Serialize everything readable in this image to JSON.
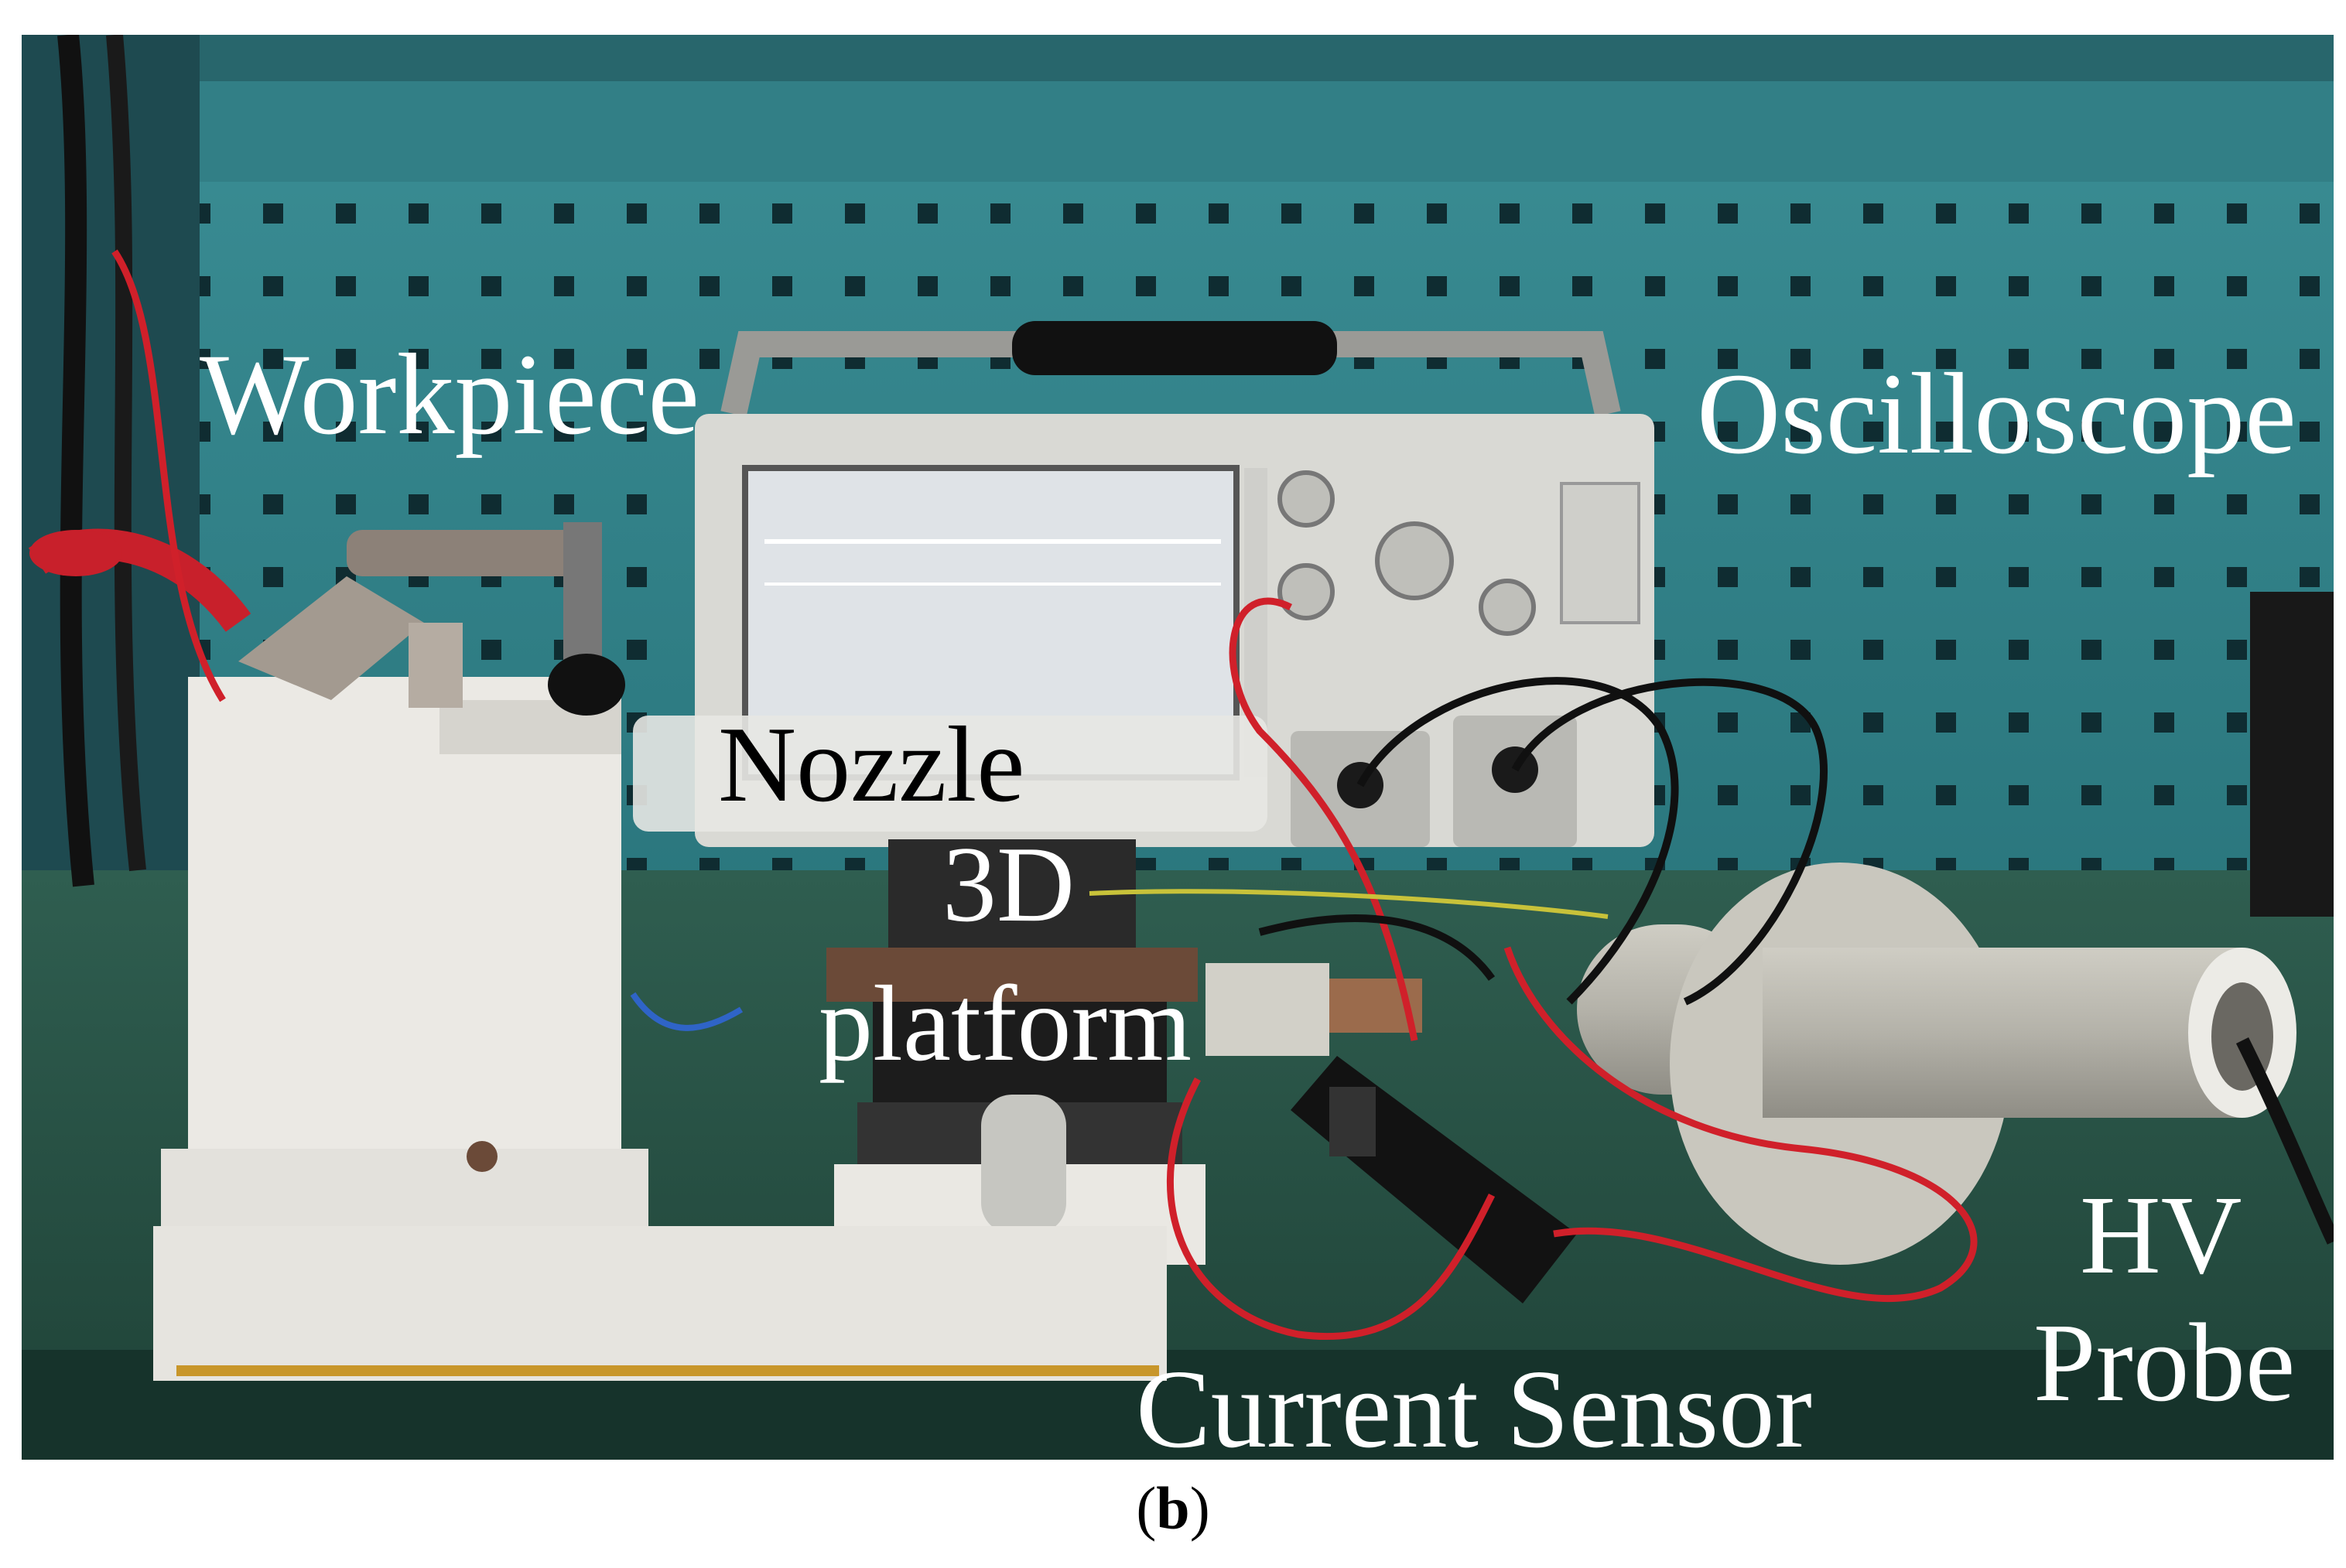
{
  "labels": {
    "workpiece": "Workpiece",
    "oscilloscope": "Oscilloscope",
    "nozzle": "Nozzle",
    "platform_line1": "3D",
    "platform_line2": "platform",
    "current_sensor": "Current Sensor",
    "hv_probe_line1": "HV",
    "hv_probe_line2": "Probe"
  },
  "caption": {
    "open": "(",
    "letter": "b",
    "close": ")"
  },
  "colors": {
    "pegboard": "#2f7f86",
    "bench": "#2c5a4b",
    "fixture": "#e9e7e2",
    "wire_red": "#d0202a",
    "probe_gray": "#b8b6ad",
    "scope_body": "#d9d9d4"
  }
}
